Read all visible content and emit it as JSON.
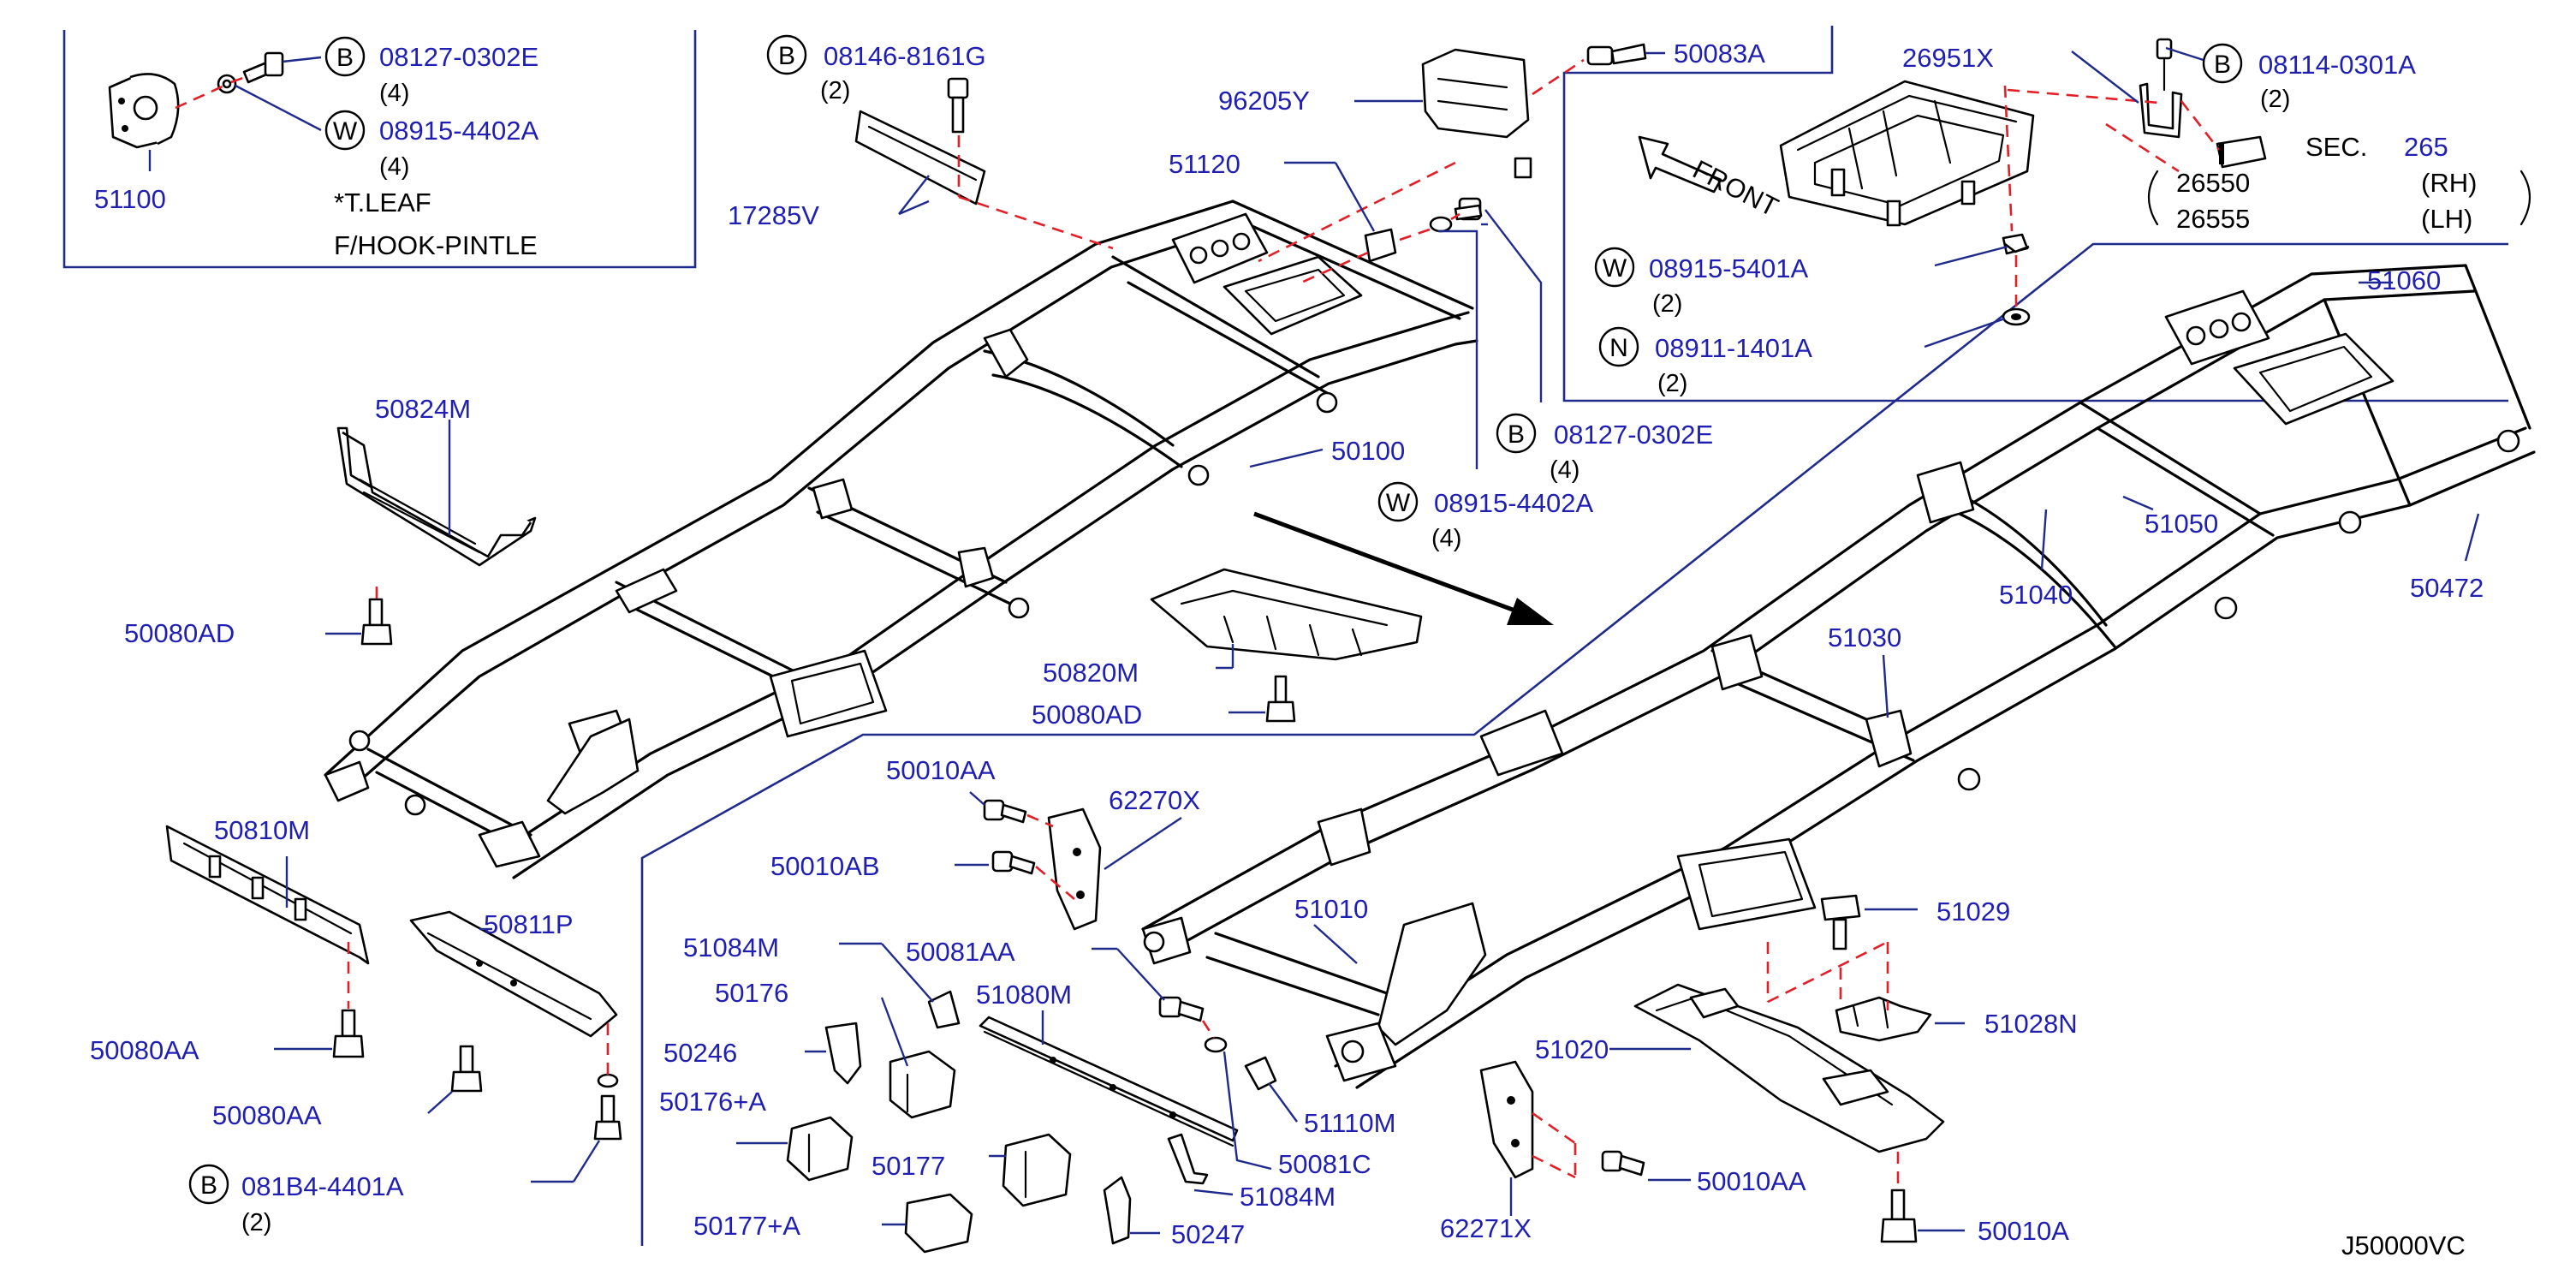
{
  "diagram_id": "J50000VC",
  "inset_top_left": {
    "part": "51100",
    "fasteners": [
      {
        "prefix": "B",
        "number": "08127-0302E",
        "qty": "(4)"
      },
      {
        "prefix": "W",
        "number": "08915-4402A",
        "qty": "(4)"
      }
    ],
    "note_line1": "*T.LEAF",
    "note_line2": "F/HOOK-PINTLE"
  },
  "inset_top_right": {
    "parts": [
      "26951X"
    ],
    "fasteners": [
      {
        "prefix": "B",
        "number": "08114-0301A",
        "qty": "(2)"
      },
      {
        "prefix": "W",
        "number": "08915-5401A",
        "qty": "(2)"
      },
      {
        "prefix": "N",
        "number": "08911-1401A",
        "qty": "(2)"
      }
    ],
    "sec_label": "SEC.",
    "sec_number": "265",
    "sec_rows": [
      {
        "part": "26550",
        "side": "(RH)"
      },
      {
        "part": "26555",
        "side": "(LH)"
      }
    ],
    "front_label": "FRONT"
  },
  "upper_fasteners": [
    {
      "prefix": "B",
      "number": "08146-8161G",
      "qty": "(2)"
    },
    {
      "prefix": "B",
      "number": "08127-0302E",
      "qty": "(4)"
    },
    {
      "prefix": "W",
      "number": "08915-4402A",
      "qty": "(4)"
    },
    {
      "prefix": "B",
      "number": "081B4-4401A",
      "qty": "(2)"
    }
  ],
  "part_labels": {
    "p17285V": "17285V",
    "p96205Y": "96205Y",
    "p50083A": "50083A",
    "p51120": "51120",
    "p50100": "50100",
    "p50824M": "50824M",
    "p50080AD_a": "50080AD",
    "p50080AD_b": "50080AD",
    "p50820M": "50820M",
    "p50810M": "50810M",
    "p50811P": "50811P",
    "p50080AA_a": "50080AA",
    "p50080AA_b": "50080AA",
    "p51060": "51060",
    "p51050": "51050",
    "p51040": "51040",
    "p50472": "50472",
    "p51030": "51030",
    "p51010": "51010",
    "p51029": "51029",
    "p51028N": "51028N",
    "p51020": "51020",
    "p50010AA_r": "50010AA",
    "p50010A": "50010A",
    "p62271X": "62271X",
    "p50010AA_t": "50010AA",
    "p62270X": "62270X",
    "p50010AB": "50010AB",
    "p51084M_a": "51084M",
    "p50081AA": "50081AA",
    "p50176": "50176",
    "p51080M": "51080M",
    "p50246": "50246",
    "p50176A": "50176+A",
    "p50177": "50177",
    "p50177A": "50177+A",
    "p51084M_b": "51084M",
    "p50247": "50247",
    "p50081C": "50081C",
    "p51110M": "51110M"
  }
}
